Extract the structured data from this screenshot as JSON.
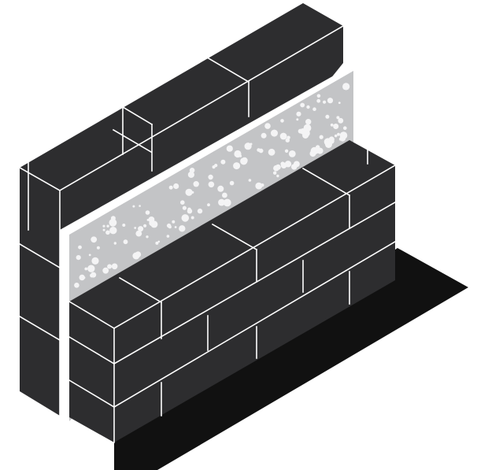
{
  "figure": {
    "kind": "isometric-cavity-wall-illustration",
    "layers": [
      "outer-brick-leaf",
      "insulation-board",
      "inner-brick-leaf",
      "ground-shadow"
    ]
  },
  "colors": {
    "block": "#2d2d2f",
    "mortar": "#ffffff",
    "insulation": "#c3c4c6",
    "insulation_dots": "#f4f4f5",
    "shadow": "#111111",
    "background": "#ffffff"
  }
}
